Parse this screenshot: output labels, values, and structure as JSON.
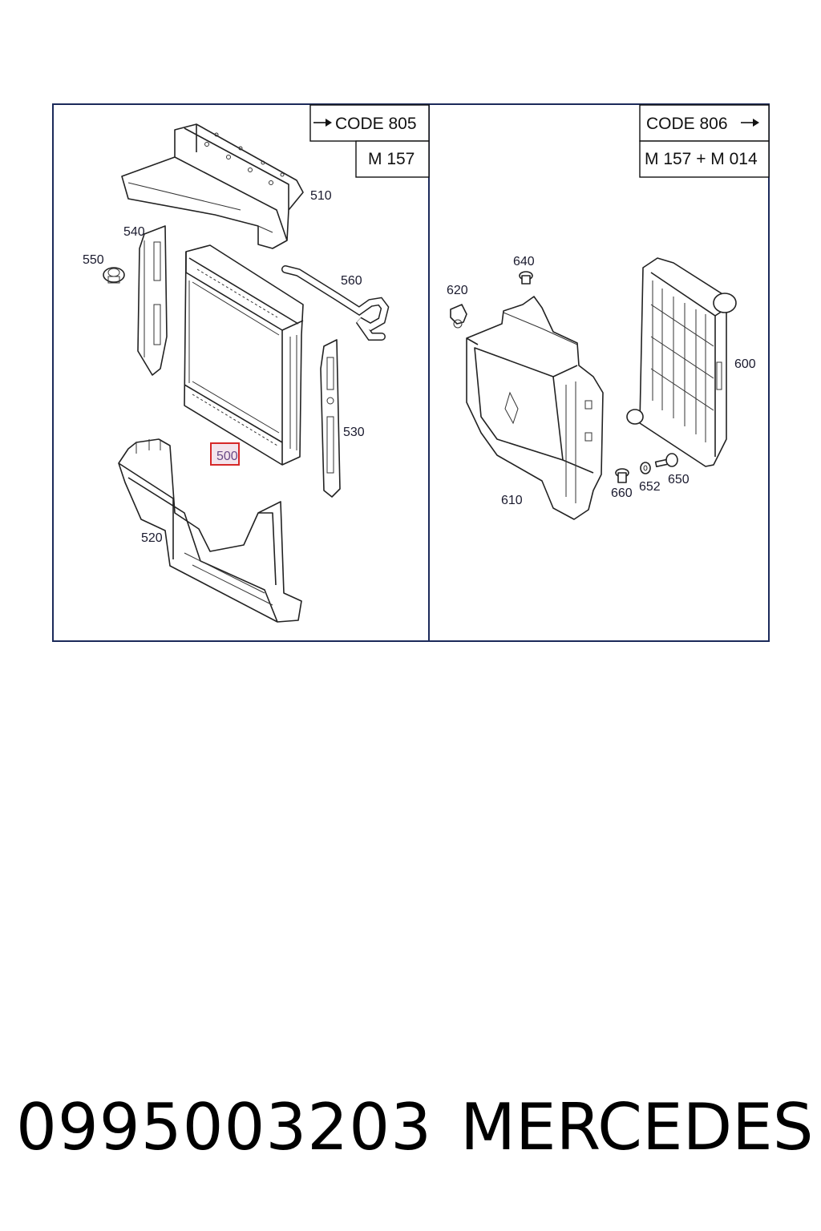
{
  "left_panel": {
    "code_label": "CODE 805",
    "model_label": "M 157",
    "parts": {
      "p500": "500",
      "p510": "510",
      "p520": "520",
      "p530": "530",
      "p540": "540",
      "p550": "550",
      "p560": "560"
    }
  },
  "right_panel": {
    "code_label": "CODE 806",
    "model_label": "M 157 + M 014",
    "parts": {
      "p600": "600",
      "p610": "610",
      "p620": "620",
      "p640": "640",
      "p650": "650",
      "p652": "652",
      "p660": "660"
    }
  },
  "highlight": {
    "part": "500",
    "color": "#d62828"
  },
  "footer": {
    "part_number": "0995003203",
    "brand": "MERCEDES"
  }
}
